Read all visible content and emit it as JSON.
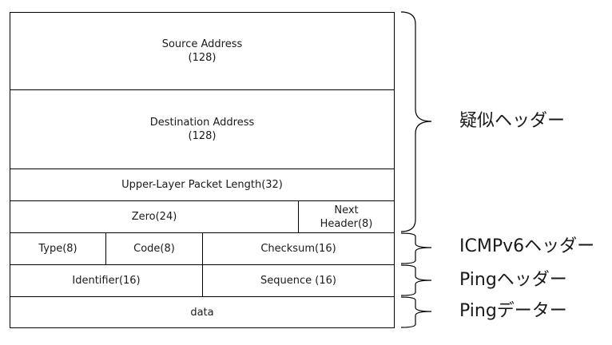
{
  "packet": {
    "source_address": {
      "label": "Source Address",
      "bits": "(128)"
    },
    "destination_address": {
      "label": "Destination Address",
      "bits": "(128)"
    },
    "upper_layer_length": "Upper-Layer Packet Length(32)",
    "zero": "Zero(24)",
    "next_header": {
      "line1": "Next",
      "line2": "Header(8)"
    },
    "type": "Type(8)",
    "code": "Code(8)",
    "checksum": "Checksum(16)",
    "identifier": "Identifier(16)",
    "sequence": "Sequence (16)",
    "data": "data"
  },
  "brackets": {
    "pseudo_header": "疑似ヘッダー",
    "icmpv6_header": "ICMPv6ヘッダー",
    "ping_header": "Pingヘッダー",
    "ping_data": "Pingデーター"
  }
}
